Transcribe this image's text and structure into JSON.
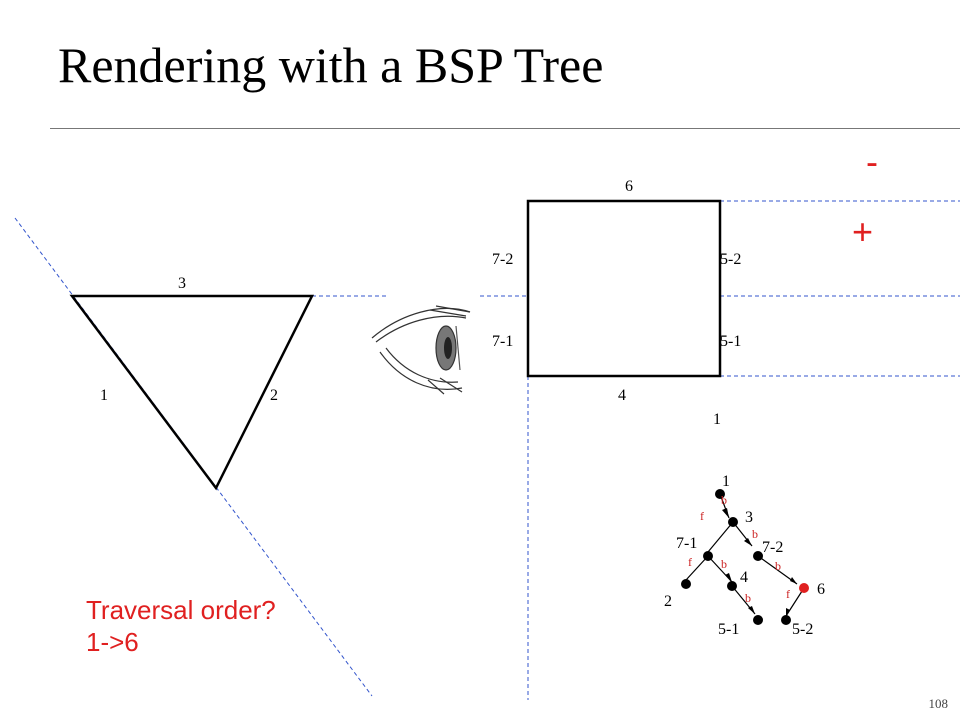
{
  "title": "Rendering with a BSP Tree",
  "page_number": "108",
  "signs": {
    "minus": "-",
    "plus": "+"
  },
  "triangle": {
    "labels": {
      "top": "3",
      "left": "1",
      "right": "2"
    }
  },
  "square": {
    "labels": {
      "top": "6",
      "left_upper": "7-2",
      "left_lower": "7-1",
      "right_upper": "5-2",
      "right_lower": "5-1",
      "bottom": "4",
      "below": "1"
    }
  },
  "eye": {
    "icon": "eye-icon"
  },
  "tree": {
    "nodes": [
      "1",
      "3",
      "7-1",
      "7-2",
      "4",
      "6",
      "2",
      "5-1",
      "5-2"
    ],
    "edge_labels": [
      "f",
      "b",
      "f",
      "b",
      "b",
      "b",
      "f",
      "b"
    ]
  },
  "question": {
    "line1": "Traversal order?",
    "line2": "1->6"
  },
  "colors": {
    "accent": "#e02020",
    "edge_label": "#cc2222",
    "dashed": "#3355cc"
  }
}
